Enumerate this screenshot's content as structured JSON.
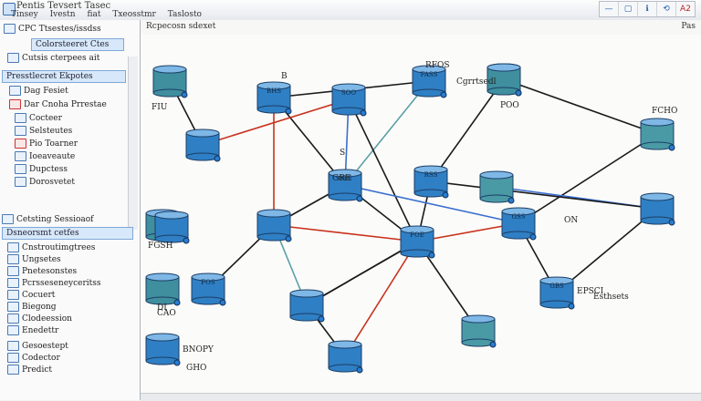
{
  "window": {
    "title": "Pentis Tevsert Tasec",
    "menu": [
      "Tinsey",
      "Ivestn",
      "fiat",
      "Txeosstmr",
      "Taslosto"
    ],
    "controls": [
      "—",
      "▢",
      "ℹ",
      "⟲",
      "A2"
    ]
  },
  "sidebar": {
    "tab_top": "CPC Ttsestes/issdss",
    "tab_selected": "Colorsteeret Ctes",
    "group1": {
      "header": "Cutsis cterpees ait",
      "selected": "Presstlecret Ekpotes",
      "items": [
        "Dag Fesiet",
        "Dar Cnoha Prrestae",
        "Cocteer",
        "Selsteutes",
        "Pio Toarner",
        "Ioeaveaute",
        "Dupctess",
        "Dorosvetet"
      ]
    },
    "group2": {
      "header": "Cetsting Sessioaof",
      "selected": "Dsneorsmt cetfes",
      "items": [
        "Cnstroutimgtrees",
        "Ungsetes",
        "Pnetesonstes",
        "Pcrsseseneyceritss",
        "Cocuert",
        "Biegong",
        "Clodeession",
        "Enedettr",
        "Gesoestept",
        "Codector",
        "Predict"
      ]
    }
  },
  "canvas": {
    "header_label": "Rcpecosn sdexet",
    "page_label": "Pas",
    "nodes": [
      {
        "id": "n1",
        "label": "",
        "color": "#3f8f9e"
      },
      {
        "id": "n2",
        "label": "BHS",
        "color": "#2f7fc4"
      },
      {
        "id": "n3",
        "label": "SOO",
        "color": "#2f7fc4"
      },
      {
        "id": "n4",
        "label": "FASS",
        "color": "#2f7fc4"
      },
      {
        "id": "n5",
        "label": "",
        "color": "#3f8f9e"
      },
      {
        "id": "n6",
        "label": "",
        "color": "#2f7fc4"
      },
      {
        "id": "n7",
        "label": "GTE",
        "color": "#2f7fc4"
      },
      {
        "id": "n8",
        "label": "RSS",
        "color": "#2f7fc4"
      },
      {
        "id": "n9",
        "label": "",
        "color": "#2f7fc4"
      },
      {
        "id": "n10",
        "label": "FOE",
        "color": "#2f7fc4"
      },
      {
        "id": "n11",
        "label": "",
        "color": "#4a9aa6"
      },
      {
        "id": "n12",
        "label": "",
        "color": "#4a9aa6"
      },
      {
        "id": "n13",
        "label": "GSS",
        "color": "#2f7fc4"
      },
      {
        "id": "n14",
        "label": "",
        "color": "#2f7fc4"
      },
      {
        "id": "n15",
        "label": "GBS",
        "color": "#2f7fc4"
      },
      {
        "id": "n16",
        "label": "FOS",
        "color": "#2f7fc4"
      },
      {
        "id": "n17",
        "label": "",
        "color": "#2f7fc4"
      },
      {
        "id": "n18",
        "label": "",
        "color": "#3f8f9e"
      },
      {
        "id": "n19",
        "label": "",
        "color": "#4a9aa6"
      },
      {
        "id": "n20",
        "label": "",
        "color": "#2f7fc4"
      },
      {
        "id": "n21",
        "label": "",
        "color": "#3f8f9e"
      },
      {
        "id": "n22",
        "label": "",
        "color": "#2f7fc4"
      },
      {
        "id": "n23",
        "label": "",
        "color": "#2f7fc4"
      },
      {
        "id": "n24",
        "label": "",
        "color": "#3f8f9e"
      }
    ],
    "labels": [
      "RFOS",
      "Cgrrtsedl",
      "POO",
      "FCHO",
      "FIU",
      "S",
      "GRE",
      "ON",
      "FGSH",
      "EPSCI",
      "Esthsets",
      "DI",
      "CAO",
      "BNOPY",
      "GHO",
      "B"
    ]
  }
}
